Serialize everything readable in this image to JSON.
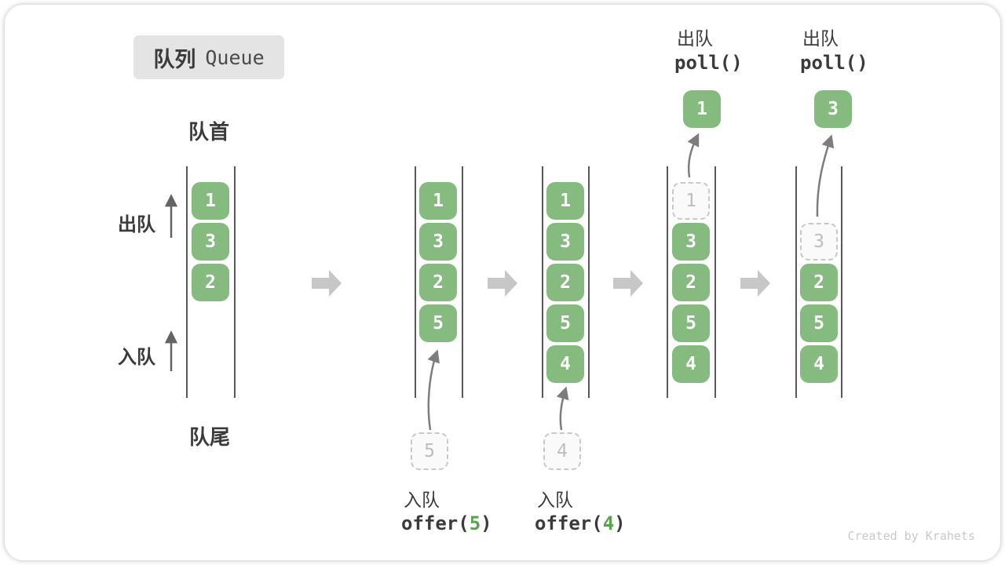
{
  "badge": {
    "zh": "队列",
    "en": "Queue"
  },
  "labels": {
    "front": "队首",
    "rear": "队尾",
    "dequeue": "出队",
    "enqueue": "入队"
  },
  "watermark": "Created by Krahets",
  "colors": {
    "cell-green": "#86bb80",
    "arg-green": "#5ca052",
    "line": "#58585a",
    "arrow": "#7d7d7d",
    "block-arrow": "#c7c7c7",
    "ghost-border": "#c8c8c8",
    "ghost-text": "#bdbdbd",
    "ghost-bg": "#fafafa",
    "text": "#3b3b3b",
    "badge-bg": "#e4e4e4",
    "watermark": "#c9c9c9"
  },
  "diagram": {
    "states": [
      {
        "cells": [
          {
            "slot": 1,
            "kind": "filled",
            "value": "1"
          },
          {
            "slot": 2,
            "kind": "filled",
            "value": "3"
          },
          {
            "slot": 3,
            "kind": "filled",
            "value": "2"
          }
        ]
      },
      {
        "cells": [
          {
            "slot": 1,
            "kind": "filled",
            "value": "1"
          },
          {
            "slot": 2,
            "kind": "filled",
            "value": "3"
          },
          {
            "slot": 3,
            "kind": "filled",
            "value": "2"
          },
          {
            "slot": 4,
            "kind": "filled",
            "value": "5"
          }
        ],
        "op": {
          "kind": "enqueue",
          "label": "入队",
          "code_prefix": "offer(",
          "arg": "5",
          "code_suffix": ")",
          "incoming_value": "5"
        }
      },
      {
        "cells": [
          {
            "slot": 1,
            "kind": "filled",
            "value": "1"
          },
          {
            "slot": 2,
            "kind": "filled",
            "value": "3"
          },
          {
            "slot": 3,
            "kind": "filled",
            "value": "2"
          },
          {
            "slot": 4,
            "kind": "filled",
            "value": "5"
          },
          {
            "slot": 5,
            "kind": "filled",
            "value": "4"
          }
        ],
        "op": {
          "kind": "enqueue",
          "label": "入队",
          "code_prefix": "offer(",
          "arg": "4",
          "code_suffix": ")",
          "incoming_value": "4"
        }
      },
      {
        "cells": [
          {
            "slot": 1,
            "kind": "ghost",
            "value": "1"
          },
          {
            "slot": 2,
            "kind": "filled",
            "value": "3"
          },
          {
            "slot": 3,
            "kind": "filled",
            "value": "2"
          },
          {
            "slot": 4,
            "kind": "filled",
            "value": "5"
          },
          {
            "slot": 5,
            "kind": "filled",
            "value": "4"
          }
        ],
        "op": {
          "kind": "dequeue",
          "label": "出队",
          "code": "poll()",
          "popped_value": "1"
        }
      },
      {
        "cells": [
          {
            "slot": 2,
            "kind": "ghost",
            "value": "3"
          },
          {
            "slot": 3,
            "kind": "filled",
            "value": "2"
          },
          {
            "slot": 4,
            "kind": "filled",
            "value": "5"
          },
          {
            "slot": 5,
            "kind": "filled",
            "value": "4"
          }
        ],
        "op": {
          "kind": "dequeue",
          "label": "出队",
          "code": "poll()",
          "popped_value": "3"
        }
      }
    ]
  }
}
